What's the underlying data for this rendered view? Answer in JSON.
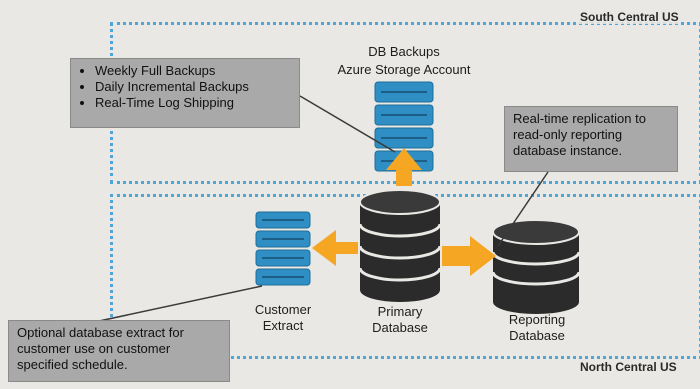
{
  "regions": {
    "south": {
      "label": "South Central US"
    },
    "north": {
      "label": "North Central US"
    }
  },
  "storage": {
    "title": "DB Backups",
    "subtitle": "Azure Storage Account"
  },
  "callouts": {
    "backups": {
      "items": [
        "Weekly Full Backups",
        "Daily Incremental Backups",
        "Real-Time Log Shipping"
      ]
    },
    "replication": {
      "text": "Real-time replication to read-only reporting database instance."
    },
    "extract": {
      "text": "Optional database extract for customer use on customer specified schedule."
    }
  },
  "nodes": {
    "customer_extract": {
      "line1": "Customer",
      "line2": "Extract"
    },
    "primary": {
      "line1": "Primary",
      "line2": "Database"
    },
    "reporting": {
      "line1": "Reporting",
      "line2": "Database"
    }
  },
  "colors": {
    "region_border": "#4ea6d8",
    "server_blue": "#2f8fc4",
    "db_dark": "#2b2b2b",
    "arrow_orange": "#f5a623",
    "callout_gray": "#a9a9a9"
  },
  "icons": [
    "server-icon",
    "database-icon",
    "arrow-icon"
  ]
}
